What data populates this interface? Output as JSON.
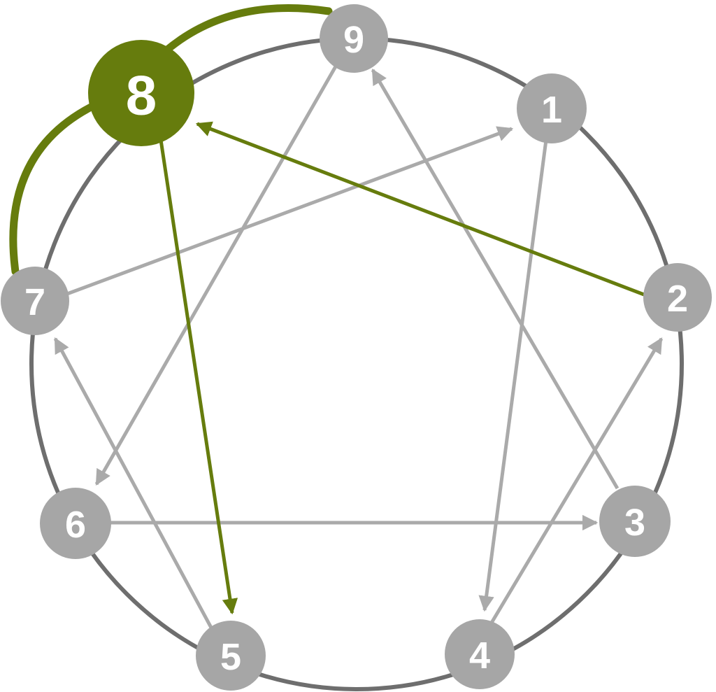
{
  "diagram": {
    "type": "enneagram",
    "highlighted_node": "8",
    "colors": {
      "highlight": "#667c0d",
      "node": "#a6a6a6",
      "arrow": "#aaaaaa",
      "circle": "#6e6e6e"
    },
    "nodes": [
      {
        "id": "9",
        "label": "9"
      },
      {
        "id": "8",
        "label": "8"
      },
      {
        "id": "1",
        "label": "1"
      },
      {
        "id": "2",
        "label": "2"
      },
      {
        "id": "3",
        "label": "3"
      },
      {
        "id": "4",
        "label": "4"
      },
      {
        "id": "5",
        "label": "5"
      },
      {
        "id": "6",
        "label": "6"
      },
      {
        "id": "7",
        "label": "7"
      }
    ],
    "edges": [
      {
        "from": "9",
        "to": "6",
        "highlighted": false
      },
      {
        "from": "1",
        "to": "4",
        "highlighted": false
      },
      {
        "from": "4",
        "to": "2",
        "highlighted": false
      },
      {
        "from": "3",
        "to": "9",
        "highlighted": false
      },
      {
        "from": "6",
        "to": "3",
        "highlighted": false
      },
      {
        "from": "7",
        "to": "1",
        "highlighted": false
      },
      {
        "from": "5",
        "to": "7",
        "highlighted": false
      },
      {
        "from": "2",
        "to": "8",
        "highlighted": true
      },
      {
        "from": "8",
        "to": "5",
        "highlighted": true
      }
    ],
    "wings": [
      {
        "from": "8",
        "to": "9"
      },
      {
        "from": "8",
        "to": "7"
      }
    ]
  }
}
